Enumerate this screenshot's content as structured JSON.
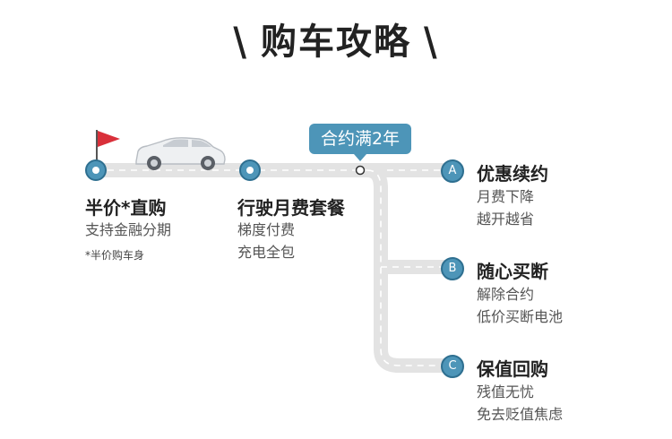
{
  "title": {
    "text": "购车攻略",
    "left_mark": "\\",
    "right_mark": "\\"
  },
  "bubble": "合约满2年",
  "stages": [
    {
      "head": "半价*直购",
      "lines": [
        "支持金融分期"
      ],
      "note": "*半价购车身"
    },
    {
      "head": "行驶月费套餐",
      "lines": [
        "梯度付费",
        "充电全包"
      ]
    }
  ],
  "options": [
    {
      "badge": "A",
      "head": "优惠续约",
      "lines": [
        "月费下降",
        "越开越省"
      ]
    },
    {
      "badge": "B",
      "head": "随心买断",
      "lines": [
        "解除合约",
        "低价买断电池"
      ]
    },
    {
      "badge": "C",
      "head": "保值回购",
      "lines": [
        "残值无忧",
        "免去贬值焦虑"
      ]
    }
  ],
  "colors": {
    "accent": "#4d95b8",
    "road": "#e3e3e3",
    "flag": "#d9303a"
  }
}
